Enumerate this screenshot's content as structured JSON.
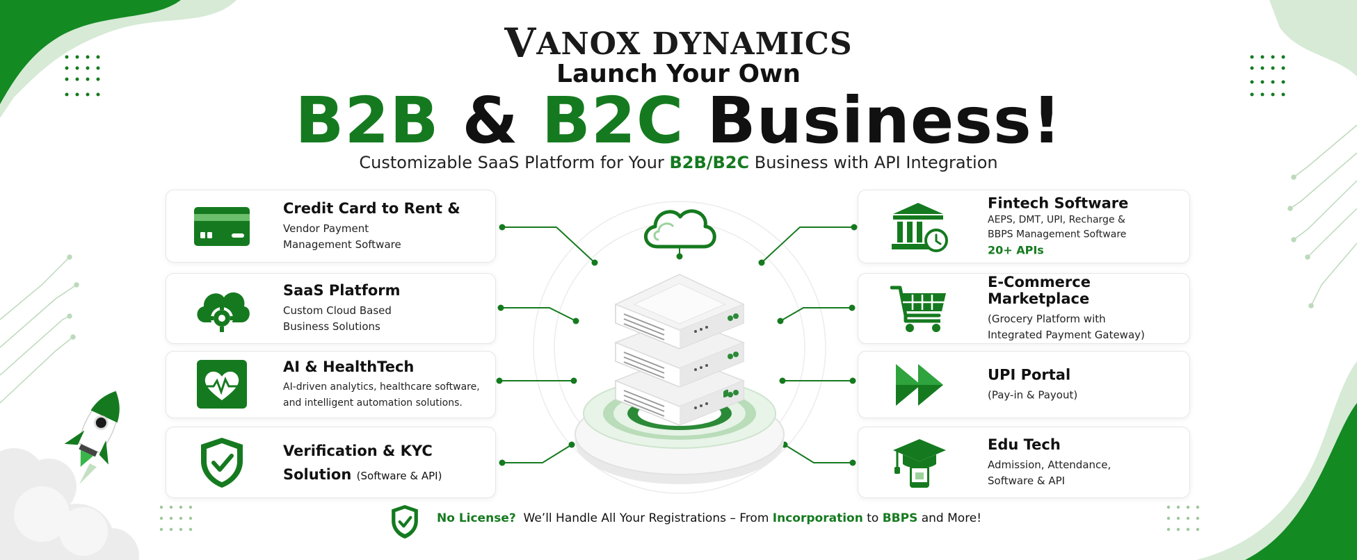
{
  "brand": {
    "logo_first": "V",
    "logo_rest": "ANOX DYNAMICS"
  },
  "hero": {
    "launch": "Launch Your Own",
    "headline_b2b": "B2B",
    "headline_amp": "&",
    "headline_b2c": "B2C",
    "headline_business": "Business!",
    "subline_pre": "Customizable SaaS Platform for Your",
    "subline_highlight": "B2B/B2C",
    "subline_post": "Business with API Integration"
  },
  "left_cards": [
    {
      "title": "Credit Card to Rent &",
      "line1": "Vendor Payment",
      "line2": "Management Software",
      "icon": "credit-card-icon"
    },
    {
      "title": "SaaS Platform",
      "line1": "Custom Cloud Based",
      "line2": "Business Solutions",
      "icon": "cloud-gear-icon"
    },
    {
      "title": "AI & HealthTech",
      "line1": "AI-driven analytics, healthcare software,",
      "line2": "and intelligent automation solutions.",
      "icon": "heartbeat-icon"
    },
    {
      "title": "Verification & KYC",
      "title2": "Solution",
      "title2_suffix": "(Software & API)",
      "icon": "shield-check-icon"
    }
  ],
  "right_cards": [
    {
      "title": "Fintech Software",
      "line1": "AEPS, DMT, UPI, Recharge &",
      "line2": "BBPS Management Software",
      "line3": "20+ APIs",
      "icon": "bank-clock-icon"
    },
    {
      "title": "E-Commerce Marketplace",
      "line1": "(Grocery Platform with",
      "line2": "Integrated Payment Gateway)",
      "icon": "shopping-cart-icon"
    },
    {
      "title": "UPI Portal",
      "line1": "(Pay-in & Payout)",
      "icon": "fast-forward-icon"
    },
    {
      "title": "Edu Tech",
      "line1": "Admission, Attendance,",
      "line2": "Software & API",
      "icon": "graduation-cap-icon"
    }
  ],
  "footer": {
    "q": "No License?",
    "t1": "We’ll Handle All Your Registrations – From",
    "h1": "Incorporation",
    "t2": "to",
    "h2": "BBPS",
    "t3": "and More!"
  },
  "colors": {
    "brand_green": "#157a1f",
    "dark_green": "#0f5e16",
    "light_green": "#cfe8cf"
  }
}
